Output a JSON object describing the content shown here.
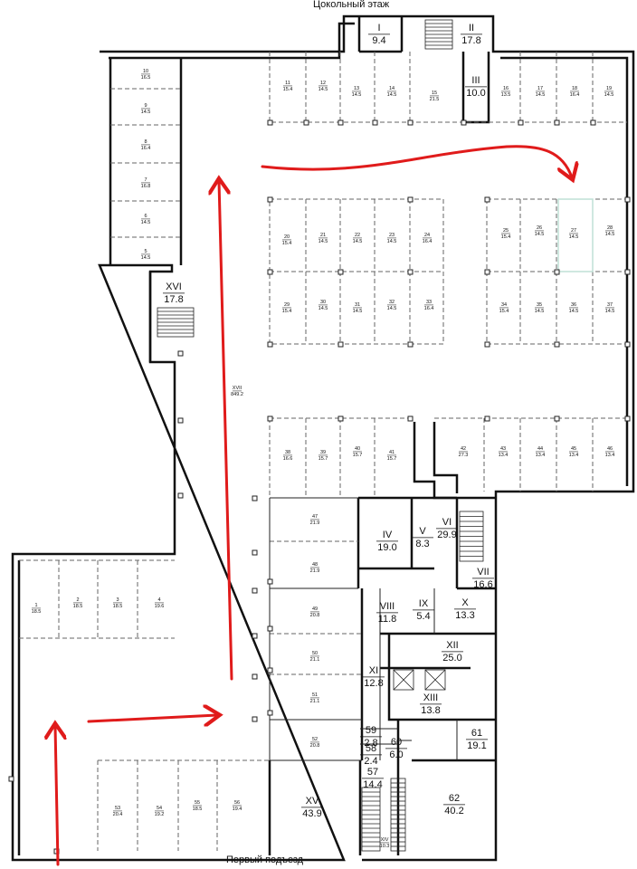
{
  "captions": {
    "top": "Цокольный этаж",
    "bottom": "Первый подъезд"
  },
  "colors": {
    "wall": "#111111",
    "dash": "#555555",
    "arrow": "#e01b1b",
    "highlight": "#bfe0d6"
  },
  "rooms": [
    {
      "num": "I",
      "area": "9.4",
      "big": true
    },
    {
      "num": "II",
      "area": "17.8",
      "big": true
    },
    {
      "num": "III",
      "area": "10.0",
      "big": true
    },
    {
      "num": "IV",
      "area": "19.0",
      "big": true
    },
    {
      "num": "V",
      "area": "8.3",
      "big": true
    },
    {
      "num": "VI",
      "area": "29.9",
      "big": true
    },
    {
      "num": "VII",
      "area": "16.6",
      "big": true
    },
    {
      "num": "VIII",
      "area": "11.8",
      "big": true
    },
    {
      "num": "IX",
      "area": "5.4",
      "big": true
    },
    {
      "num": "X",
      "area": "13.3",
      "big": true
    },
    {
      "num": "XI",
      "area": "12.8",
      "big": true
    },
    {
      "num": "XII",
      "area": "25.0",
      "big": true
    },
    {
      "num": "XIII",
      "area": "13.8",
      "big": true
    },
    {
      "num": "XV",
      "area": "43.9",
      "big": true
    },
    {
      "num": "XVI",
      "area": "17.8",
      "big": true
    },
    {
      "num": "XVII",
      "area": "849.2",
      "big": false
    },
    {
      "num": "XIV",
      "area": "10.3",
      "big": false
    },
    {
      "num": "57",
      "area": "14.4",
      "big": true
    },
    {
      "num": "58",
      "area": "2.4",
      "big": true
    },
    {
      "num": "59",
      "area": "2.8",
      "big": true
    },
    {
      "num": "60",
      "area": "6.0",
      "big": true
    },
    {
      "num": "61",
      "area": "19.1",
      "big": true
    },
    {
      "num": "62",
      "area": "40.2",
      "big": true
    },
    {
      "num": "1",
      "area": "18.5",
      "big": false
    },
    {
      "num": "2",
      "area": "18.5",
      "big": false
    },
    {
      "num": "3",
      "area": "18.5",
      "big": false
    },
    {
      "num": "4",
      "area": "19.6",
      "big": false
    },
    {
      "num": "5",
      "area": "14.5",
      "big": false
    },
    {
      "num": "6",
      "area": "14.5",
      "big": false
    },
    {
      "num": "7",
      "area": "16.8",
      "big": false
    },
    {
      "num": "8",
      "area": "16.4",
      "big": false
    },
    {
      "num": "9",
      "area": "14.5",
      "big": false
    },
    {
      "num": "10",
      "area": "16.5",
      "big": false
    },
    {
      "num": "11",
      "area": "15.4",
      "big": false
    },
    {
      "num": "12",
      "area": "14.5",
      "big": false
    },
    {
      "num": "13",
      "area": "14.5",
      "big": false
    },
    {
      "num": "14",
      "area": "14.5",
      "big": false
    },
    {
      "num": "15",
      "area": "21.5",
      "big": false
    },
    {
      "num": "16",
      "area": "13.5",
      "big": false
    },
    {
      "num": "17",
      "area": "14.5",
      "big": false
    },
    {
      "num": "18",
      "area": "16.4",
      "big": false
    },
    {
      "num": "19",
      "area": "14.5",
      "big": false
    },
    {
      "num": "20",
      "area": "15.4",
      "big": false
    },
    {
      "num": "21",
      "area": "14.5",
      "big": false
    },
    {
      "num": "22",
      "area": "14.5",
      "big": false
    },
    {
      "num": "23",
      "area": "14.5",
      "big": false
    },
    {
      "num": "24",
      "area": "16.4",
      "big": false
    },
    {
      "num": "25",
      "area": "15.4",
      "big": false
    },
    {
      "num": "26",
      "area": "14.5",
      "big": false
    },
    {
      "num": "27",
      "area": "14.5",
      "big": false
    },
    {
      "num": "28",
      "area": "14.5",
      "big": false
    },
    {
      "num": "29",
      "area": "15.4",
      "big": false
    },
    {
      "num": "30",
      "area": "14.5",
      "big": false
    },
    {
      "num": "31",
      "area": "14.5",
      "big": false
    },
    {
      "num": "32",
      "area": "14.5",
      "big": false
    },
    {
      "num": "33",
      "area": "16.4",
      "big": false
    },
    {
      "num": "34",
      "area": "15.4",
      "big": false
    },
    {
      "num": "35",
      "area": "14.5",
      "big": false
    },
    {
      "num": "36",
      "area": "14.5",
      "big": false
    },
    {
      "num": "37",
      "area": "14.5",
      "big": false
    },
    {
      "num": "38",
      "area": "16.6",
      "big": false
    },
    {
      "num": "39",
      "area": "15.7",
      "big": false
    },
    {
      "num": "40",
      "area": "15.7",
      "big": false
    },
    {
      "num": "41",
      "area": "15.7",
      "big": false
    },
    {
      "num": "42",
      "area": "27.3",
      "big": false
    },
    {
      "num": "43",
      "area": "13.4",
      "big": false
    },
    {
      "num": "44",
      "area": "13.4",
      "big": false
    },
    {
      "num": "45",
      "area": "13.4",
      "big": false
    },
    {
      "num": "46",
      "area": "13.4",
      "big": false
    },
    {
      "num": "47",
      "area": "21.9",
      "big": false
    },
    {
      "num": "48",
      "area": "21.9",
      "big": false
    },
    {
      "num": "49",
      "area": "20.8",
      "big": false
    },
    {
      "num": "50",
      "area": "21.1",
      "big": false
    },
    {
      "num": "51",
      "area": "21.1",
      "big": false
    },
    {
      "num": "52",
      "area": "20.8",
      "big": false
    },
    {
      "num": "53",
      "area": "20.4",
      "big": false
    },
    {
      "num": "54",
      "area": "19.2",
      "big": false
    },
    {
      "num": "55",
      "area": "18.5",
      "big": false
    },
    {
      "num": "56",
      "area": "19.4",
      "big": false
    }
  ]
}
